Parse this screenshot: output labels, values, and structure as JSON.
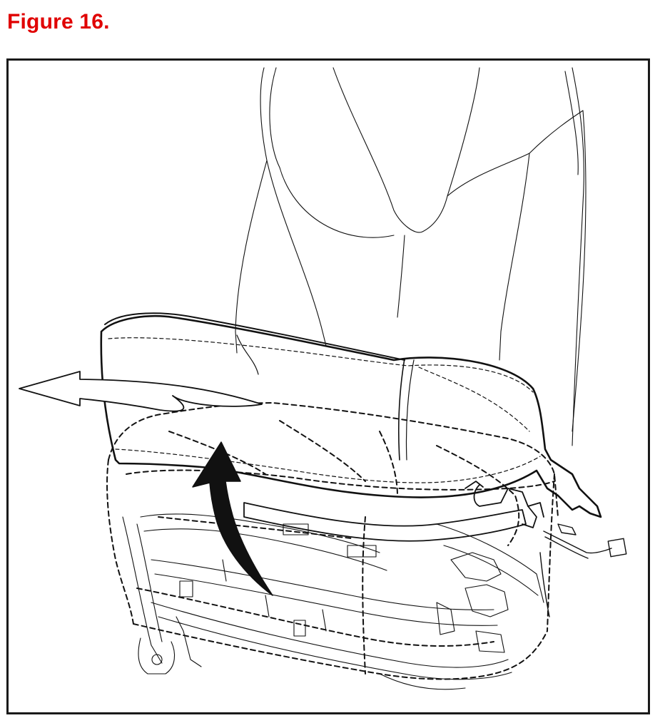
{
  "figure": {
    "caption": "Figure 16.",
    "caption_color": "#e00000",
    "line_color": "#111111"
  },
  "illustration": {
    "subject": "seat-cushion-removal",
    "arrows": [
      {
        "name": "pull-direction-arrow",
        "style": "outline"
      },
      {
        "name": "lift-direction-arrow",
        "style": "solid"
      }
    ]
  }
}
